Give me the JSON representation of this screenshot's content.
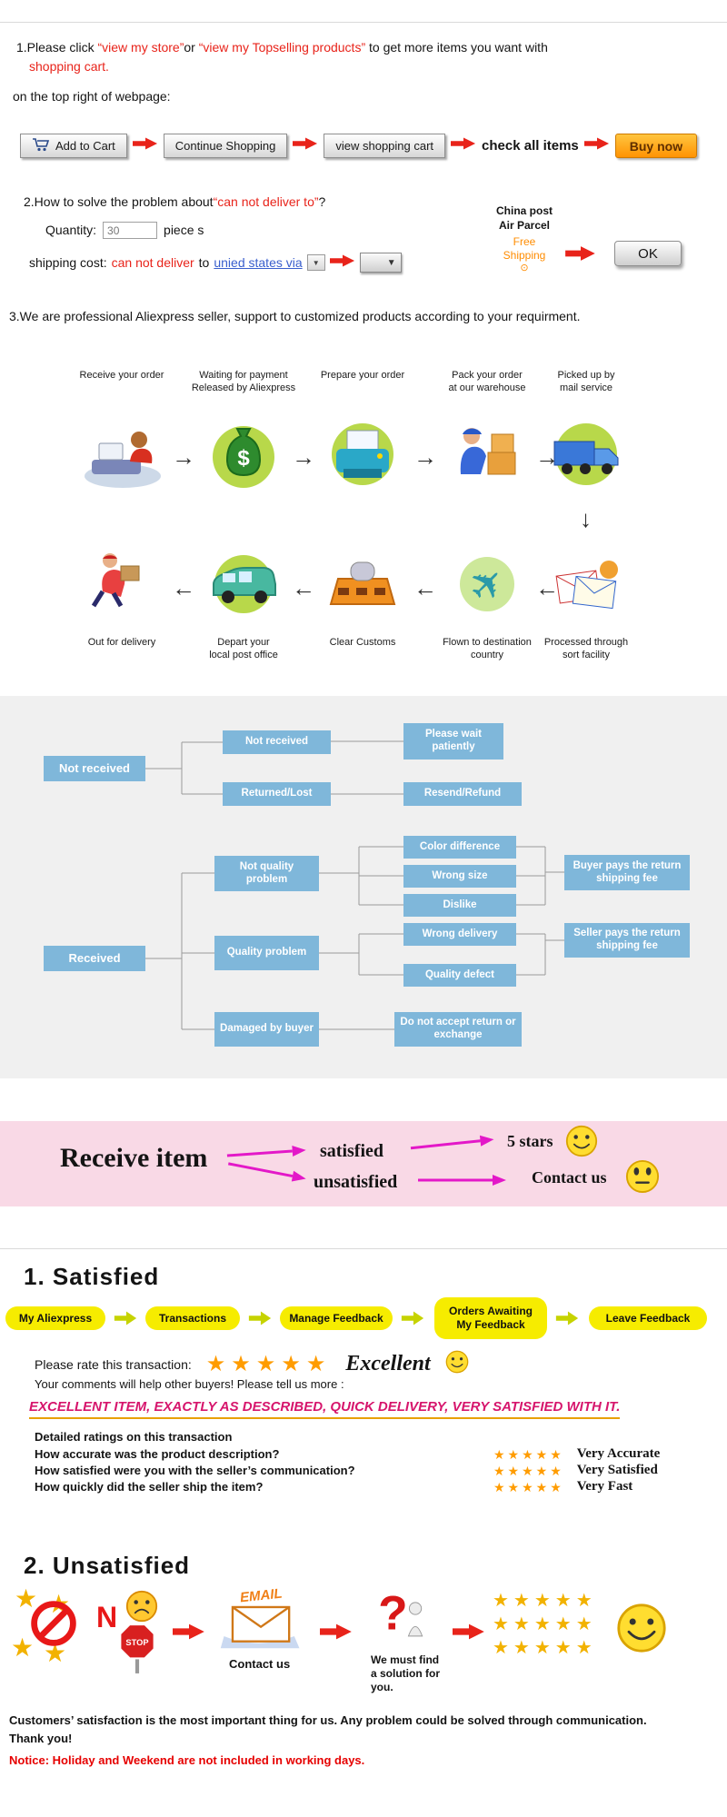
{
  "colors": {
    "accent_red": "#e8231a",
    "flow_box_blue": "#7fb7da",
    "banner_pink": "#f9d9e6",
    "star_orange": "#ff9c00",
    "nav_yellow": "#f6ec00",
    "buy_now_orange": "#ff9303",
    "link_blue": "#3a5fcd",
    "magenta_arrow": "#e318c8",
    "notice_red": "#e60000"
  },
  "icons": {
    "stars5": "★★★★★",
    "star": "★",
    "down_triangle": "▼",
    "circle_dot": "⊙",
    "right_arrow": "→",
    "left_arrow": "←",
    "down_arrow": "↓",
    "dollar": "$",
    "plane": "✈",
    "question_mark": "?"
  },
  "section1": {
    "line1_prefix": "1.Please click ",
    "line1_link1": "“view my store”",
    "line1_mid": "or ",
    "line1_link2": "“view my Topselling products”",
    "line1_suffix": " to get more items you want with",
    "line2": "shopping cart.",
    "line3": "on the top right of webpage:",
    "add_to_cart": "Add to Cart",
    "continue_shopping": "Continue Shopping",
    "view_cart": "view shopping cart",
    "check_all_items": "check all items",
    "buy_now": "Buy now"
  },
  "section2": {
    "title_prefix": "2.How to solve the problem about",
    "title_quoted": "“can not deliver to”",
    "title_suffix": "?",
    "quantity_label": "Quantity:",
    "quantity_value": "30",
    "quantity_unit": "piece s",
    "shipping_prefix": "shipping cost:",
    "shipping_red": "can not deliver",
    "shipping_mid": " to ",
    "shipping_link": "unied states via",
    "carrier_line1": "China post",
    "carrier_line2": "Air Parcel",
    "free_line1": "Free",
    "free_line2": "Shipping",
    "ok_button": "OK"
  },
  "section3": {
    "text": "3.We are professional Aliexpress seller, support to customized products according to your requirment."
  },
  "process": {
    "top_row": [
      {
        "l1": "Receive your order",
        "l2": ""
      },
      {
        "l1": "Waiting for payment",
        "l2": "Released by Aliexpress"
      },
      {
        "l1": "Prepare your order",
        "l2": ""
      },
      {
        "l1": "Pack your order",
        "l2": "at our warehouse"
      },
      {
        "l1": "Picked up by",
        "l2": "mail service"
      }
    ],
    "bottom_row": [
      {
        "l1": "Out for delivery",
        "l2": ""
      },
      {
        "l1": "Depart your",
        "l2": "local post office"
      },
      {
        "l1": "Clear Customs",
        "l2": ""
      },
      {
        "l1": "Flown to destination",
        "l2": "country"
      },
      {
        "l1": "Processed through",
        "l2": "sort facility"
      }
    ]
  },
  "flowchart": {
    "root_not_received": "Not received",
    "root_received": "Received",
    "not_received_sub": "Not received",
    "returned_lost": "Returned/Lost",
    "please_wait": "Please wait patiently",
    "resend_refund": "Resend/Refund",
    "not_quality_problem": "Not quality problem",
    "color_difference": "Color difference",
    "wrong_size": "Wrong size",
    "dislike": "Dislike",
    "buyer_pays": "Buyer pays the return shipping fee",
    "quality_problem": "Quality problem",
    "wrong_delivery": "Wrong delivery",
    "quality_defect": "Quality defect",
    "seller_pays": "Seller pays the return shipping fee",
    "damaged_by_buyer": "Damaged by buyer",
    "no_return": "Do not accept return or exchange"
  },
  "banner": {
    "title": "Receive item",
    "satisfied": "satisfied",
    "unsatisfied": "unsatisfied",
    "five_stars": "5 stars",
    "contact_us": "Contact us"
  },
  "satisfied": {
    "heading": "1. Satisfied",
    "nav": [
      {
        "label": "My Aliexpress"
      },
      {
        "label": "Transactions"
      },
      {
        "label": "Manage Feedback"
      },
      {
        "label": "Orders Awaiting\nMy Feedback"
      },
      {
        "label": "Leave Feedback"
      }
    ],
    "rate_label": "Please rate this transaction:",
    "excellent": "Excellent",
    "comments_hint": "Your comments will help other buyers! Please tell us more :",
    "example_comment": "EXCELLENT ITEM, EXACTLY AS DESCRIBED, QUICK DELIVERY, VERY SATISFIED WITH IT.",
    "details_title": "Detailed ratings on this transaction",
    "ratings": [
      {
        "question": "How accurate was the product description?",
        "answer": "Very Accurate"
      },
      {
        "question": "How satisfied were you with the seller’s communication?",
        "answer": "Very Satisfied"
      },
      {
        "question": "How quickly did the seller ship the item?",
        "answer": "Very Fast"
      }
    ]
  },
  "unsatisfied": {
    "heading": "2. Unsatisfied",
    "n_label": "N",
    "stop_label": "STOP",
    "email_label": "EMAIL",
    "contact_us": "Contact us",
    "solution_text": "We must find\na solution for\nyou."
  },
  "footer": {
    "line1": "Customers’ satisfaction is the most important thing for us. Any problem could be solved through communication. Thank you!",
    "notice": "Notice: Holiday and Weekend are not included in working days."
  }
}
